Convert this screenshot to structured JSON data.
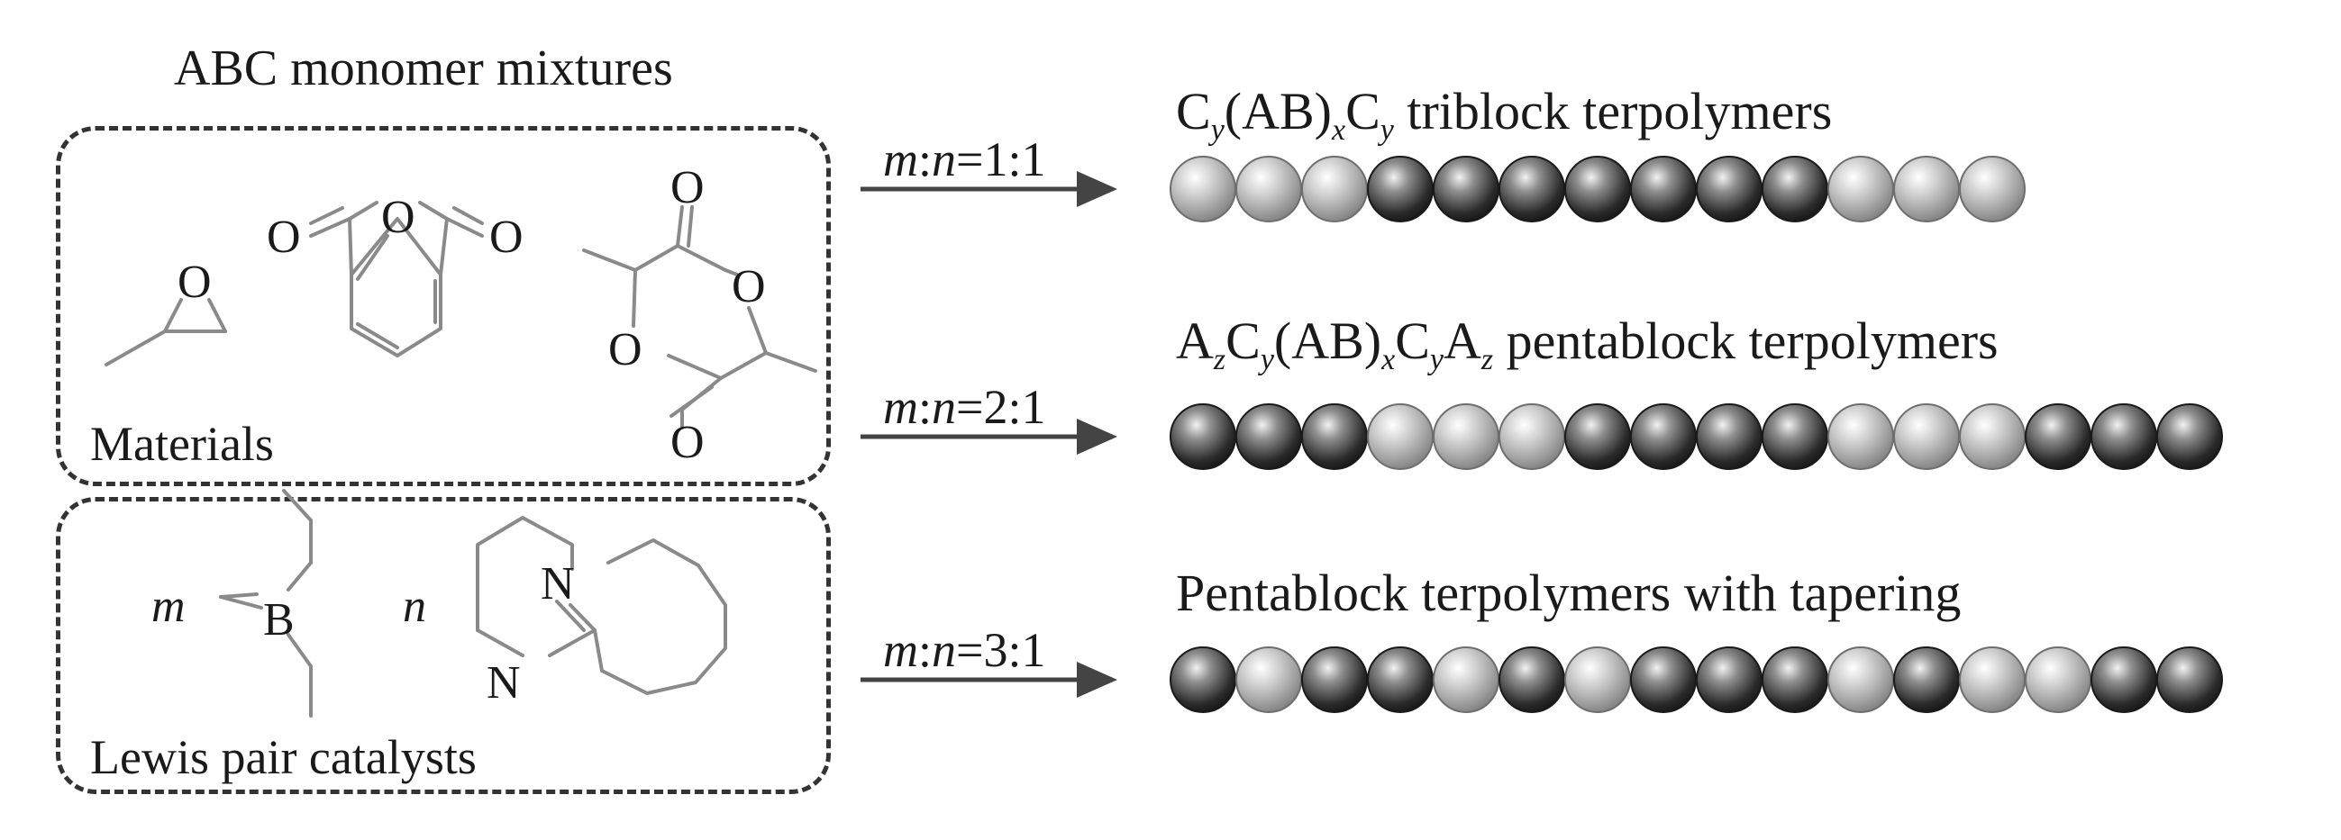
{
  "header": "ABC monomer mixtures",
  "materials_box": {
    "label": "Materials"
  },
  "catalyst_box": {
    "label": "Lewis pair catalysts",
    "m_symbol": "m",
    "n_symbol": "n"
  },
  "atoms": {
    "O": "O",
    "B": "B",
    "N": "N"
  },
  "routes": [
    {
      "ratio_m": "m",
      "ratio_n": "n",
      "ratio_value": "=1:1",
      "title_parts": [
        "C",
        "y",
        "(AB)",
        "x",
        "C",
        "y",
        " triblock terpolymers"
      ],
      "beads": [
        "light",
        "light",
        "light",
        "dark",
        "dark",
        "dark",
        "dark",
        "dark",
        "dark",
        "dark",
        "light",
        "light",
        "light"
      ]
    },
    {
      "ratio_m": "m",
      "ratio_n": "n",
      "ratio_value": "=2:1",
      "title_parts": [
        "A",
        "z",
        "C",
        "y",
        "(AB)",
        "x",
        "C",
        "y",
        "A",
        "z",
        " pentablock terpolymers"
      ],
      "beads": [
        "dark",
        "dark",
        "dark",
        "light",
        "light",
        "light",
        "dark",
        "dark",
        "dark",
        "dark",
        "light",
        "light",
        "light",
        "dark",
        "dark",
        "dark"
      ]
    },
    {
      "ratio_m": "m",
      "ratio_n": "n",
      "ratio_value": "=3:1",
      "title_parts": [
        "Pentablock terpolymers with tapering"
      ],
      "beads": [
        "dark",
        "light",
        "dark",
        "dark",
        "light",
        "dark",
        "light",
        "dark",
        "dark",
        "dark",
        "light",
        "dark",
        "light",
        "light",
        "dark",
        "dark"
      ]
    }
  ],
  "colors": {
    "line": "#8a8a8a",
    "bead_light": "#bdbdbd",
    "bead_dark": "#2e2e2e",
    "arrow": "#444444"
  }
}
